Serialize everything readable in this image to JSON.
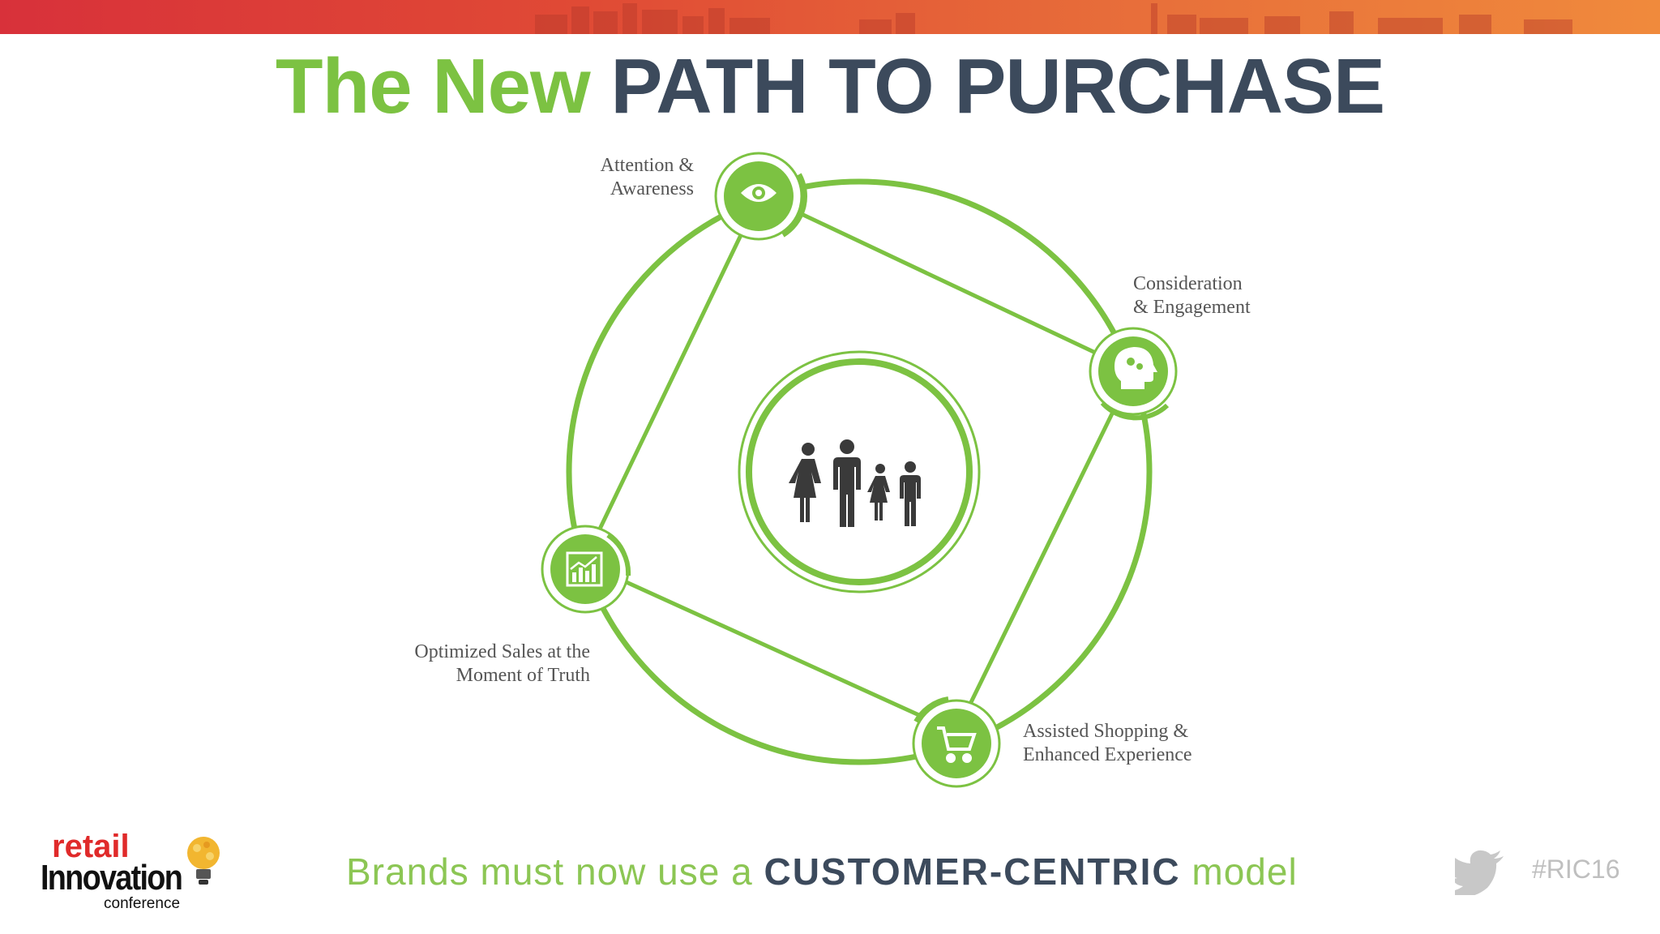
{
  "title": {
    "part1": "The New",
    "part2": "PATH TO PURCHASE"
  },
  "stages": [
    {
      "label": "Attention &\nAwareness",
      "icon": "eye-icon"
    },
    {
      "label": "Consideration\n& Engagement",
      "icon": "head-gears-icon"
    },
    {
      "label": "Assisted Shopping &\nEnhanced Experience",
      "icon": "shopping-cart-icon"
    },
    {
      "label": "Optimized Sales at the\nMoment of Truth",
      "icon": "bar-chart-icon"
    }
  ],
  "center": {
    "icon": "family-icon"
  },
  "footer": {
    "prefix": "Brands must now use a",
    "emphasis": "CUSTOMER-CENTRIC",
    "suffix": "model"
  },
  "logo": {
    "line1": "retail",
    "line2": "Innovation",
    "line3": "conference"
  },
  "hashtag": "#RIC16",
  "colors": {
    "accent_green": "#7cc242",
    "dark_slate": "#3c4a5c",
    "banner_red": "#d8313a",
    "banner_orange": "#f08a3c"
  }
}
